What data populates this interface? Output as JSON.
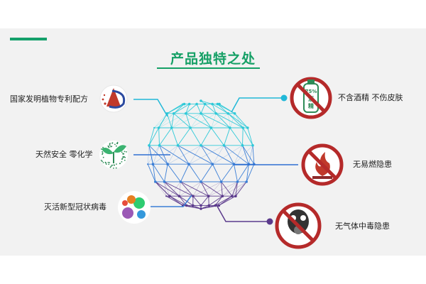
{
  "title": "产品独特之处",
  "features_left": [
    {
      "label": "国家发明植物专利配方",
      "icon": "patent-logo-icon"
    },
    {
      "label": "天然安全 零化学",
      "icon": "plant-sprout-icon"
    },
    {
      "label": "灭活新型冠状病毒",
      "icon": "virus-icon"
    }
  ],
  "features_right": [
    {
      "label": "不含酒精 不伤皮肤",
      "icon": "no-alcohol-icon",
      "bottle_text": "75%",
      "bottle_text2": "酒",
      "bottle_text3": "精"
    },
    {
      "label": "无易燃隐患",
      "icon": "no-fire-icon"
    },
    {
      "label": "无气体中毒隐患",
      "icon": "no-gas-mask-icon"
    }
  ],
  "colors": {
    "accent_green": "#16a066",
    "line_cyan": "#21b8d8",
    "line_purple": "#5b3a8c",
    "line_blue": "#2f6fd1",
    "prohibit_red": "#c0392b"
  }
}
